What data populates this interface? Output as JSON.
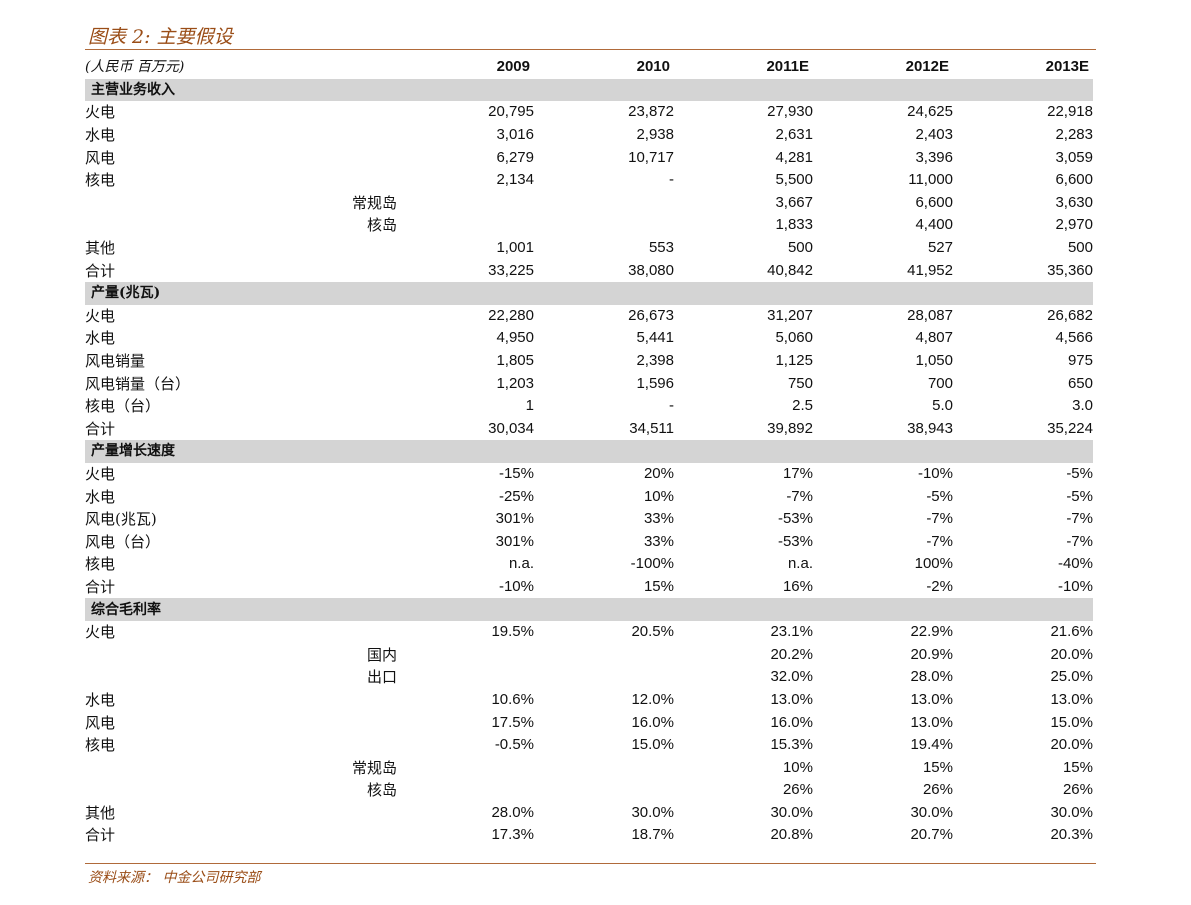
{
  "title": "图表 2: 主要假设",
  "unit_label": "(人民币 百万元)",
  "years": [
    "2009",
    "2010",
    "2011E",
    "2012E",
    "2013E"
  ],
  "sections": [
    {
      "name": "主营业务收入",
      "rows": [
        {
          "label": "火电",
          "sub": false,
          "values": [
            "20,795",
            "23,872",
            "27,930",
            "24,625",
            "22,918"
          ]
        },
        {
          "label": "水电",
          "sub": false,
          "values": [
            "3,016",
            "2,938",
            "2,631",
            "2,403",
            "2,283"
          ]
        },
        {
          "label": "风电",
          "sub": false,
          "values": [
            "6,279",
            "10,717",
            "4,281",
            "3,396",
            "3,059"
          ]
        },
        {
          "label": "核电",
          "sub": false,
          "values": [
            "2,134",
            "-",
            "5,500",
            "11,000",
            "6,600"
          ]
        },
        {
          "label": "常规岛",
          "sub": true,
          "values": [
            "",
            "",
            "3,667",
            "6,600",
            "3,630"
          ]
        },
        {
          "label": "核岛",
          "sub": true,
          "values": [
            "",
            "",
            "1,833",
            "4,400",
            "2,970"
          ]
        },
        {
          "label": "其他",
          "sub": false,
          "values": [
            "1,001",
            "553",
            "500",
            "527",
            "500"
          ]
        },
        {
          "label": "合计",
          "sub": false,
          "values": [
            "33,225",
            "38,080",
            "40,842",
            "41,952",
            "35,360"
          ]
        }
      ]
    },
    {
      "name": "产量(兆瓦)",
      "rows": [
        {
          "label": "火电",
          "sub": false,
          "values": [
            "22,280",
            "26,673",
            "31,207",
            "28,087",
            "26,682"
          ]
        },
        {
          "label": "水电",
          "sub": false,
          "values": [
            "4,950",
            "5,441",
            "5,060",
            "4,807",
            "4,566"
          ]
        },
        {
          "label": "风电销量",
          "sub": false,
          "values": [
            "1,805",
            "2,398",
            "1,125",
            "1,050",
            "975"
          ]
        },
        {
          "label": "风电销量（台）",
          "sub": false,
          "values": [
            "1,203",
            "1,596",
            "750",
            "700",
            "650"
          ]
        },
        {
          "label": "核电（台）",
          "sub": false,
          "values": [
            "1",
            "-",
            "2.5",
            "5.0",
            "3.0"
          ]
        },
        {
          "label": "合计",
          "sub": false,
          "values": [
            "30,034",
            "34,511",
            "39,892",
            "38,943",
            "35,224"
          ]
        }
      ]
    },
    {
      "name": "产量增长速度",
      "rows": [
        {
          "label": "火电",
          "sub": false,
          "values": [
            "-15%",
            "20%",
            "17%",
            "-10%",
            "-5%"
          ]
        },
        {
          "label": "水电",
          "sub": false,
          "values": [
            "-25%",
            "10%",
            "-7%",
            "-5%",
            "-5%"
          ]
        },
        {
          "label": "风电(兆瓦)",
          "sub": false,
          "values": [
            "301%",
            "33%",
            "-53%",
            "-7%",
            "-7%"
          ]
        },
        {
          "label": "风电（台）",
          "sub": false,
          "values": [
            "301%",
            "33%",
            "-53%",
            "-7%",
            "-7%"
          ]
        },
        {
          "label": "核电",
          "sub": false,
          "values": [
            "n.a.",
            "-100%",
            "n.a.",
            "100%",
            "-40%"
          ]
        },
        {
          "label": "合计",
          "sub": false,
          "values": [
            "-10%",
            "15%",
            "16%",
            "-2%",
            "-10%"
          ]
        }
      ]
    },
    {
      "name": "综合毛利率",
      "rows": [
        {
          "label": "火电",
          "sub": false,
          "values": [
            "19.5%",
            "20.5%",
            "23.1%",
            "22.9%",
            "21.6%"
          ]
        },
        {
          "label": "国内",
          "sub": true,
          "values": [
            "",
            "",
            "20.2%",
            "20.9%",
            "20.0%"
          ]
        },
        {
          "label": "出口",
          "sub": true,
          "values": [
            "",
            "",
            "32.0%",
            "28.0%",
            "25.0%"
          ]
        },
        {
          "label": "水电",
          "sub": false,
          "values": [
            "10.6%",
            "12.0%",
            "13.0%",
            "13.0%",
            "13.0%"
          ]
        },
        {
          "label": "风电",
          "sub": false,
          "values": [
            "17.5%",
            "16.0%",
            "16.0%",
            "13.0%",
            "15.0%"
          ]
        },
        {
          "label": "核电",
          "sub": false,
          "values": [
            "-0.5%",
            "15.0%",
            "15.3%",
            "19.4%",
            "20.0%"
          ]
        },
        {
          "label": "常规岛",
          "sub": true,
          "values": [
            "",
            "",
            "10%",
            "15%",
            "15%"
          ]
        },
        {
          "label": "核岛",
          "sub": true,
          "values": [
            "",
            "",
            "26%",
            "26%",
            "26%"
          ]
        },
        {
          "label": "其他",
          "sub": false,
          "values": [
            "28.0%",
            "30.0%",
            "30.0%",
            "30.0%",
            "30.0%"
          ]
        },
        {
          "label": "合计",
          "sub": false,
          "values": [
            "17.3%",
            "18.7%",
            "20.8%",
            "20.7%",
            "20.3%"
          ]
        }
      ]
    }
  ],
  "source": "资料来源： 中金公司研究部"
}
